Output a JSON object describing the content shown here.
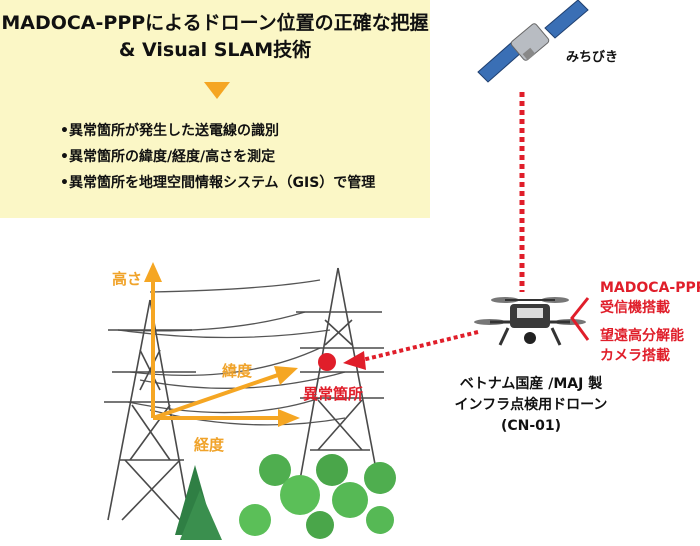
{
  "header": {
    "title_line1": "MADOCA-PPPによるドローン位置の正確な把握",
    "title_line2": "& Visual SLAM技術"
  },
  "features": [
    "•異常箇所が発生した送電線の識別",
    "•異常箇所の緯度/経度/高さを測定",
    "•異常箇所を地理空間情報システム（GIS）で管理"
  ],
  "satellite": {
    "label": "みちびき"
  },
  "receiver": {
    "line1": "MADOCA-PPP",
    "line2": "受信機搭載",
    "line3": "望遠高分解能",
    "line4": "カメラ搭載"
  },
  "drone": {
    "line1": "ベトナム国産 /MAJ 製",
    "line2": "インフラ点検用ドローン",
    "line3": "(CN-01)"
  },
  "axes": {
    "height": "高さ",
    "latitude": "緯度",
    "longitude": "経度",
    "anomaly": "異常箇所"
  },
  "colors": {
    "accent_orange": "#f5a623",
    "alert_red": "#e01e2a",
    "box_bg": "#fbf7c6",
    "tree_green": "#4fae4f"
  }
}
